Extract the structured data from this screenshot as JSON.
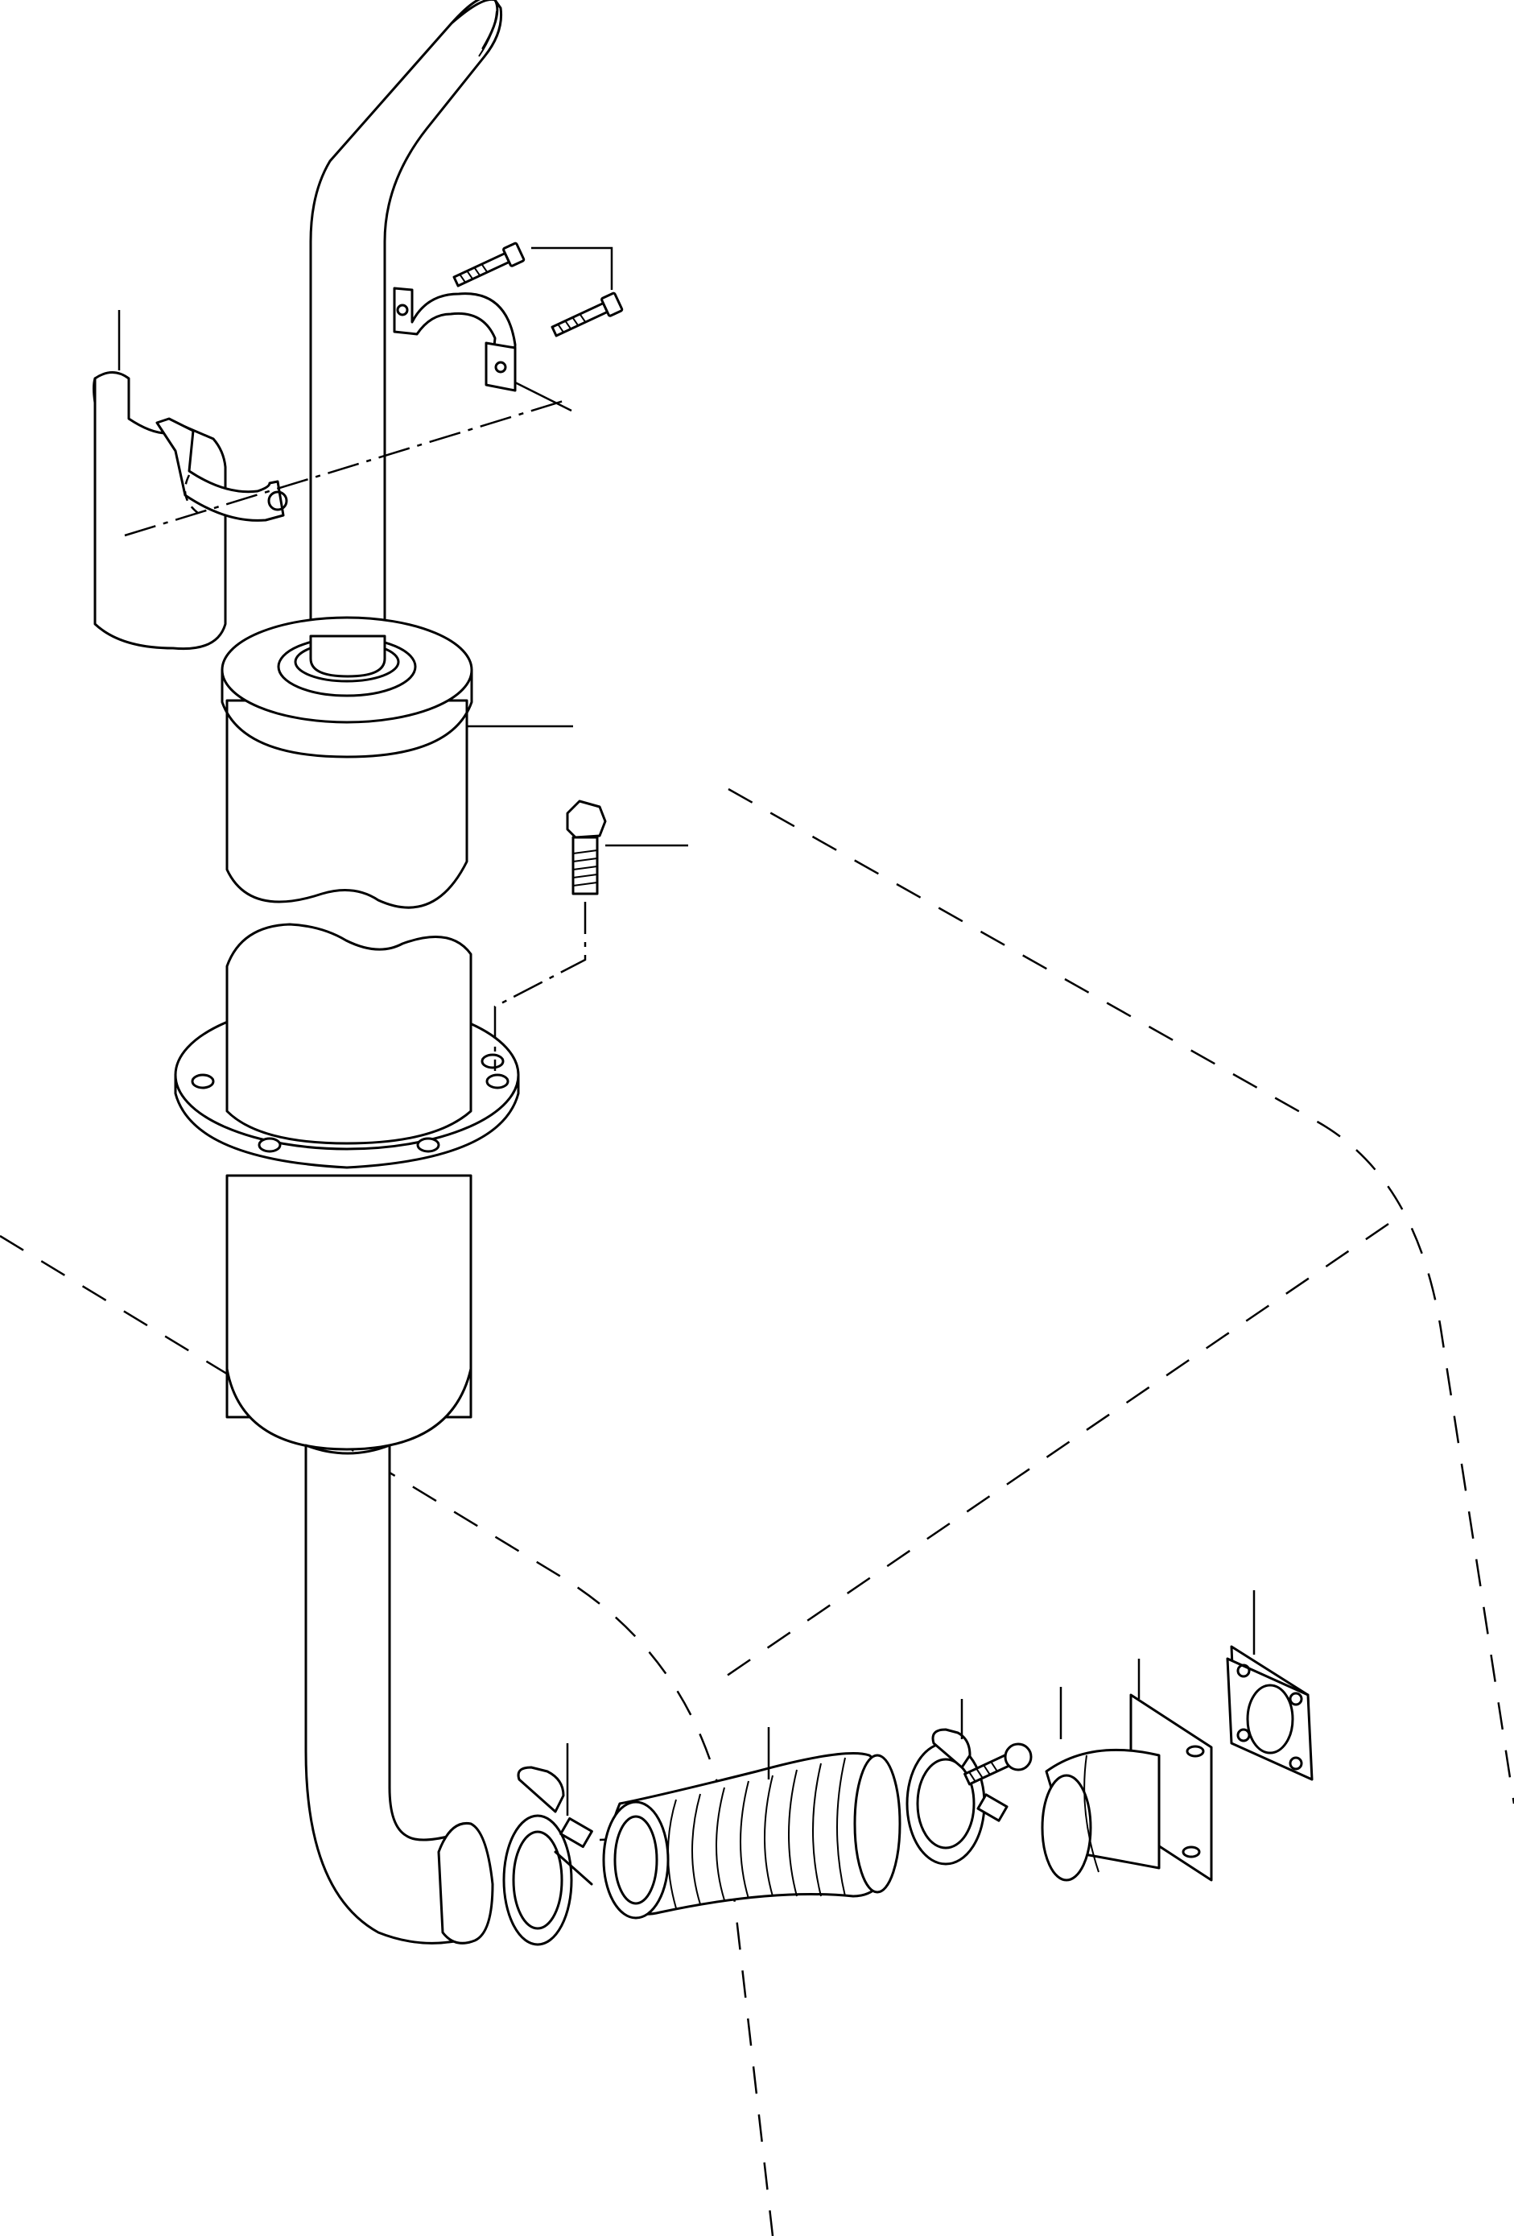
{
  "diagram": {
    "type": "exploded-parts-view",
    "parts": [
      {
        "id": "exhaust-stack-pipe"
      },
      {
        "id": "heat-shield"
      },
      {
        "id": "pipe-clamp"
      },
      {
        "id": "clamp-bolts"
      },
      {
        "id": "muffler"
      },
      {
        "id": "muffler-mounting-bolt"
      },
      {
        "id": "muffler-flange"
      },
      {
        "id": "muffler-outlet-pipe"
      },
      {
        "id": "band-clamp-left"
      },
      {
        "id": "flexible-bellows"
      },
      {
        "id": "band-clamp-right"
      },
      {
        "id": "elbow-bolt"
      },
      {
        "id": "elbow-adapter"
      },
      {
        "id": "flange-gasket"
      }
    ],
    "leader_line_count": 11,
    "callout_labels": []
  }
}
